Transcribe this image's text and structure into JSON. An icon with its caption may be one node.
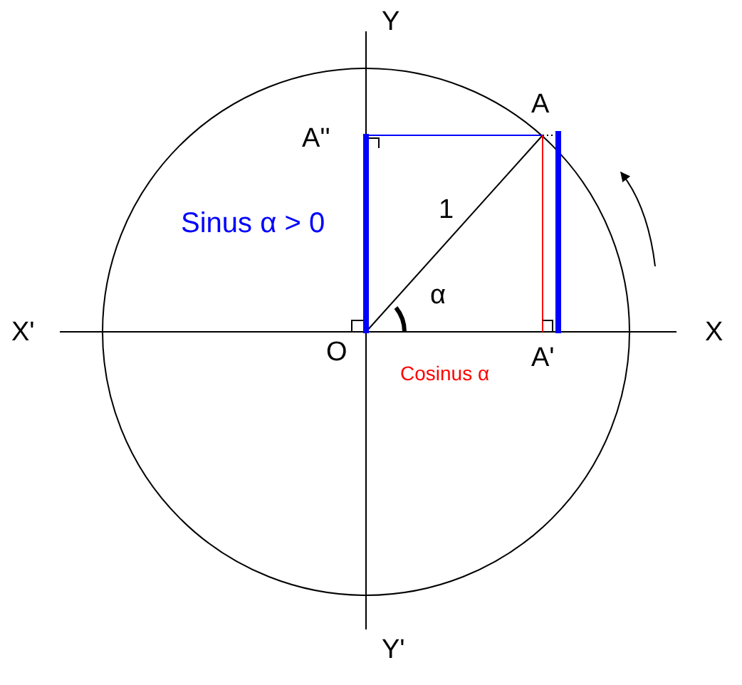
{
  "diagram": {
    "labels": [
      "Y",
      "A",
      "A''",
      "1",
      "Sinus α > 0",
      "α",
      "X'",
      "O",
      "A'",
      "X",
      "Cosinus α",
      "Y'"
    ]
  }
}
